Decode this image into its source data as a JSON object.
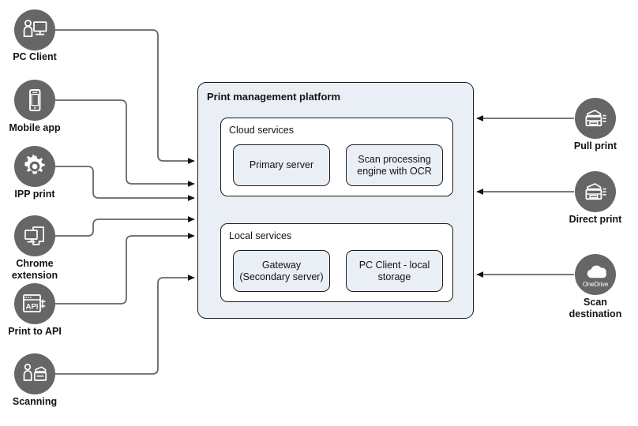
{
  "diagram": {
    "title": "Print management platform",
    "colors": {
      "icon_circle": "#666666",
      "platform_fill": "#e9eff4",
      "group_fill": "#ffffff",
      "leaf_fill": "#e9eff4",
      "stroke": "#1c1c1c",
      "connector": "#666666",
      "text": "#131313"
    },
    "platform": {
      "label": "Print management platform",
      "groups": [
        {
          "label": "Cloud services",
          "items": [
            {
              "label": "Primary server"
            },
            {
              "label": "Scan processing\nengine with OCR"
            }
          ]
        },
        {
          "label": "Local services",
          "items": [
            {
              "label": "Gateway\n(Secondary server)"
            },
            {
              "label": "PC Client - local\nstorage"
            }
          ]
        }
      ]
    },
    "inputs": [
      {
        "label": "PC Client",
        "icon": "pc-client-icon"
      },
      {
        "label": "Mobile app",
        "icon": "mobile-phone-icon"
      },
      {
        "label": "IPP print",
        "icon": "gear-icon"
      },
      {
        "label": "Chrome\nextension",
        "icon": "chrome-extension-icon"
      },
      {
        "label": "Print to API",
        "icon": "api-window-icon"
      },
      {
        "label": "Scanning",
        "icon": "scanning-icon"
      }
    ],
    "outputs": [
      {
        "label": "Pull print",
        "icon": "printer-icon"
      },
      {
        "label": "Direct print",
        "icon": "printer-icon"
      },
      {
        "label": "Scan\ndestination",
        "icon": "onedrive-icon",
        "badge": "OneDrive"
      }
    ]
  }
}
